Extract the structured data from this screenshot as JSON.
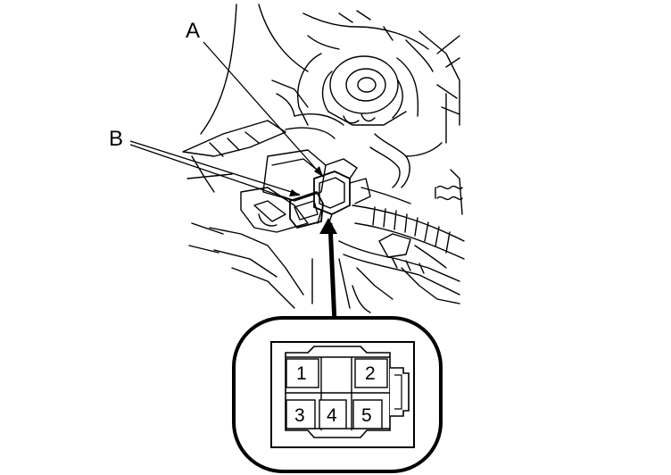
{
  "callouts": {
    "a": "A",
    "b": "B"
  },
  "connector": {
    "pins": [
      "1",
      "2",
      "3",
      "4",
      "5"
    ]
  }
}
